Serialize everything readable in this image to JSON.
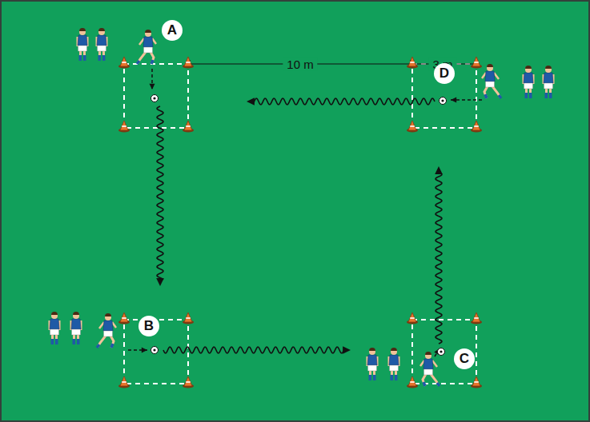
{
  "diagram": {
    "labels": [
      "A",
      "10 m",
      "3 m",
      "D",
      "B",
      "C"
    ]
  }
}
